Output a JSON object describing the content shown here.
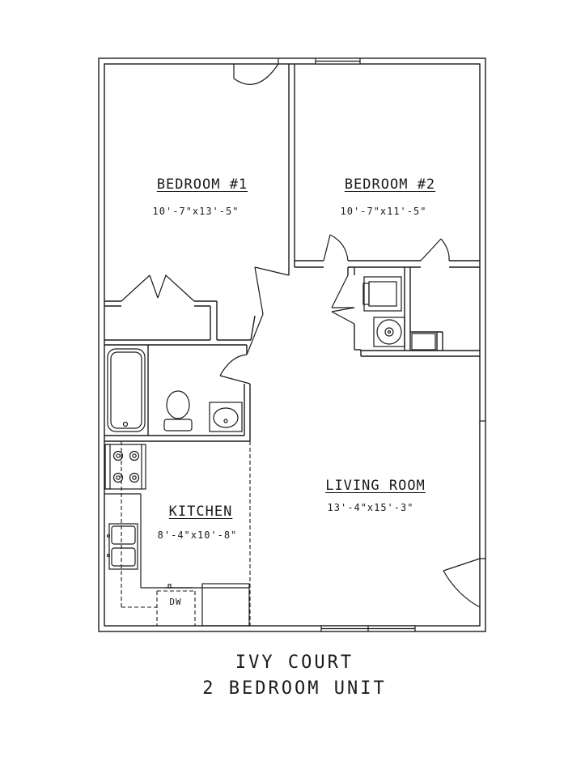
{
  "rooms": {
    "bedroom1": {
      "name": "BEDROOM #1",
      "size": "10'-7\"x13'-5\""
    },
    "bedroom2": {
      "name": "BEDROOM #2",
      "size": "10'-7\"x11'-5\""
    },
    "living_room": {
      "name": "LIVING ROOM",
      "size": "13'-4\"x15'-3\""
    },
    "kitchen": {
      "name": "KITCHEN",
      "size": "8'-4\"x10'-8\""
    }
  },
  "appliances": {
    "dishwasher": "DW"
  },
  "caption": {
    "line1": "IVY COURT",
    "line2": "2 BEDROOM UNIT"
  }
}
